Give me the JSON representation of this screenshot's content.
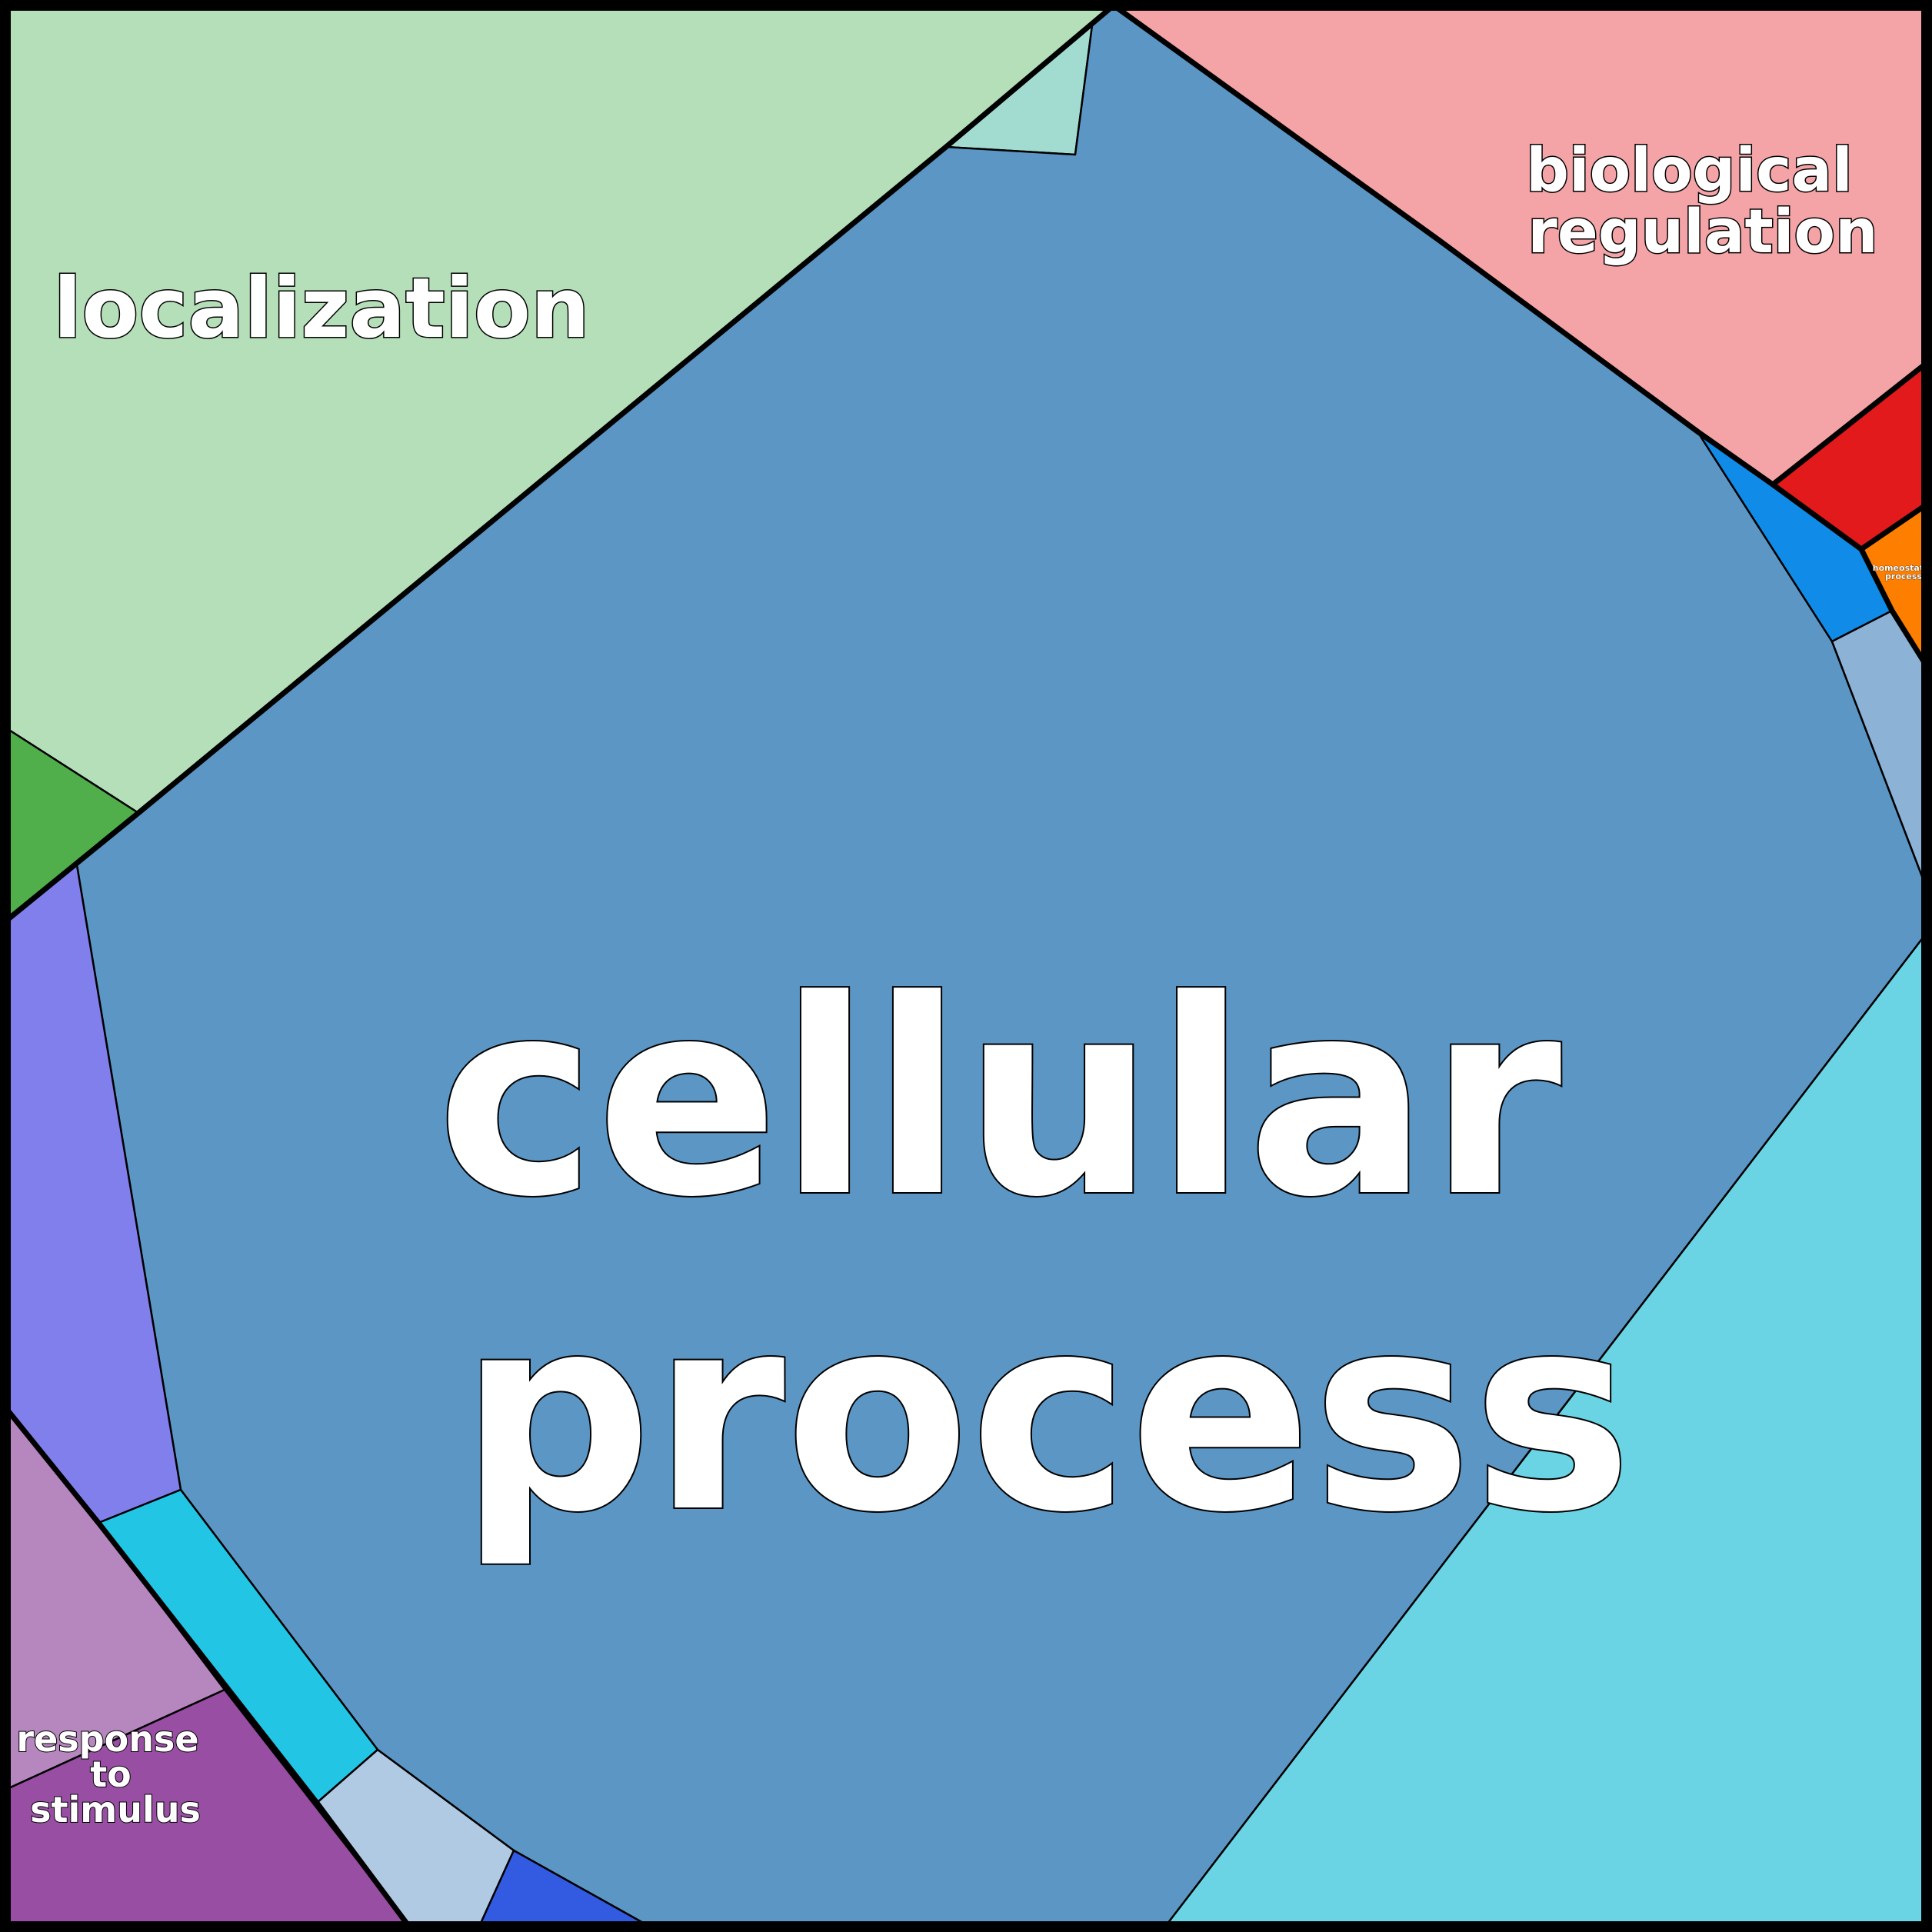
{
  "chart_data": {
    "type": "voronoi-treemap",
    "labels": {
      "cellular_process": [
        "cellular",
        "process"
      ],
      "localization": [
        "localization"
      ],
      "biological_regulation": [
        "biological",
        "regulation"
      ],
      "response_to_stimulus": [
        "response",
        "to",
        "stimulus"
      ],
      "homeostatic_process": [
        "homeostatic",
        "process"
      ]
    },
    "colors": {
      "cellular_process": "#5b96c4",
      "localization": "#b5dfb8",
      "localization_small": "#a2dcd0",
      "localization_green": "#50af4a",
      "biological_regulation": "#f4a4a6",
      "biological_regulation_red": "#e31a1c",
      "homeostatic_process": "#fe7f00",
      "blue_bright": "#108ce8",
      "steel_light": "#8cb2d6",
      "cyan_large": "#6ad4e4",
      "periwinkle": "#807fec",
      "cyan_strip": "#23c5e5",
      "light_blue_grey": "#b1cae3",
      "royal_blue": "#335be2",
      "response_to_stimulus": "#b686be",
      "response_purple": "#984ea3"
    }
  }
}
